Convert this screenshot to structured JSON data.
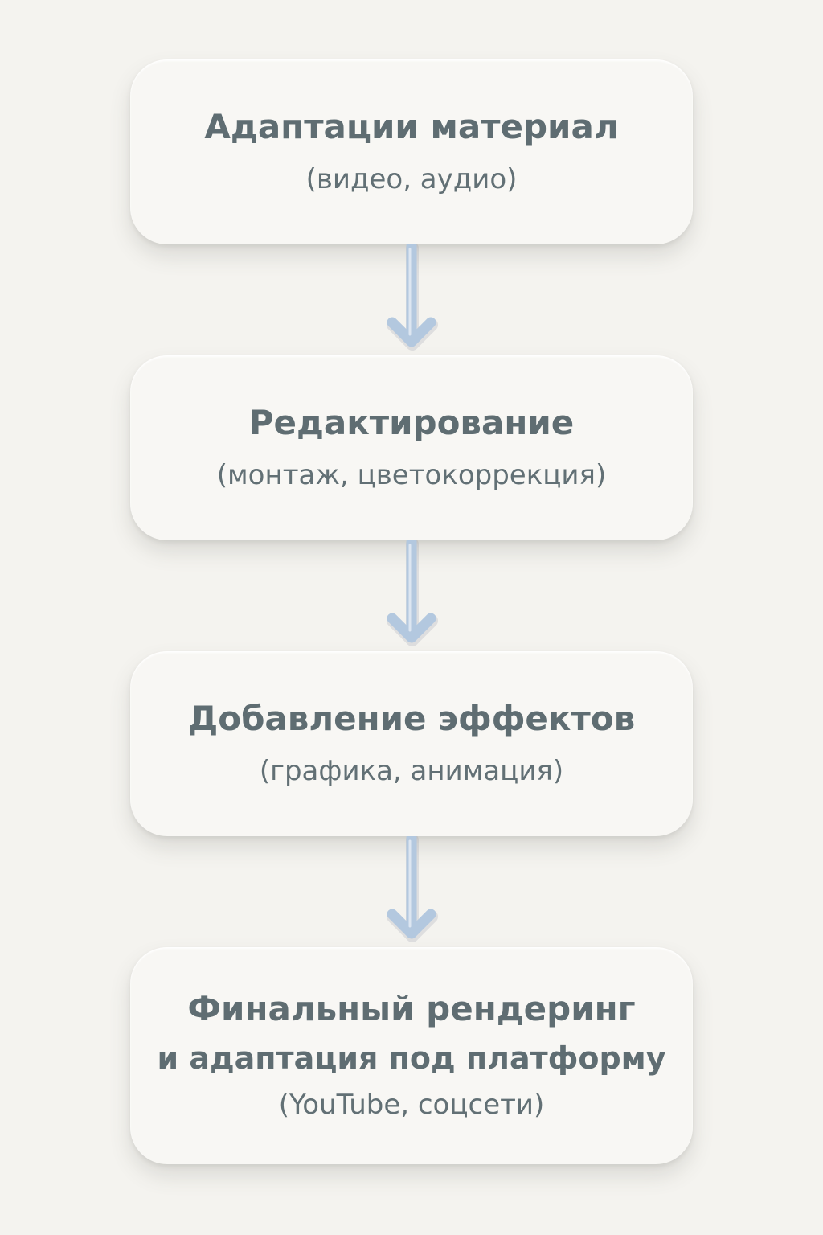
{
  "colors": {
    "background": "#f4f3ef",
    "card": "#f8f7f4",
    "text": "#5f6d72",
    "arrow": "#b3c8df"
  },
  "steps": [
    {
      "title": "Адаптации материал",
      "subtitle": "(видео, аудио)"
    },
    {
      "title": "Редактирование",
      "subtitle": "(монтаж, цветокоррекция)"
    },
    {
      "title": "Добавление эффектов",
      "subtitle": "(графика, анимация)"
    },
    {
      "title": "Финальный рендеринг",
      "title_line2": "и адаптация под платформу",
      "subtitle": "(YouTube, соцсети)"
    }
  ],
  "connector_icon": "arrow-down-icon"
}
